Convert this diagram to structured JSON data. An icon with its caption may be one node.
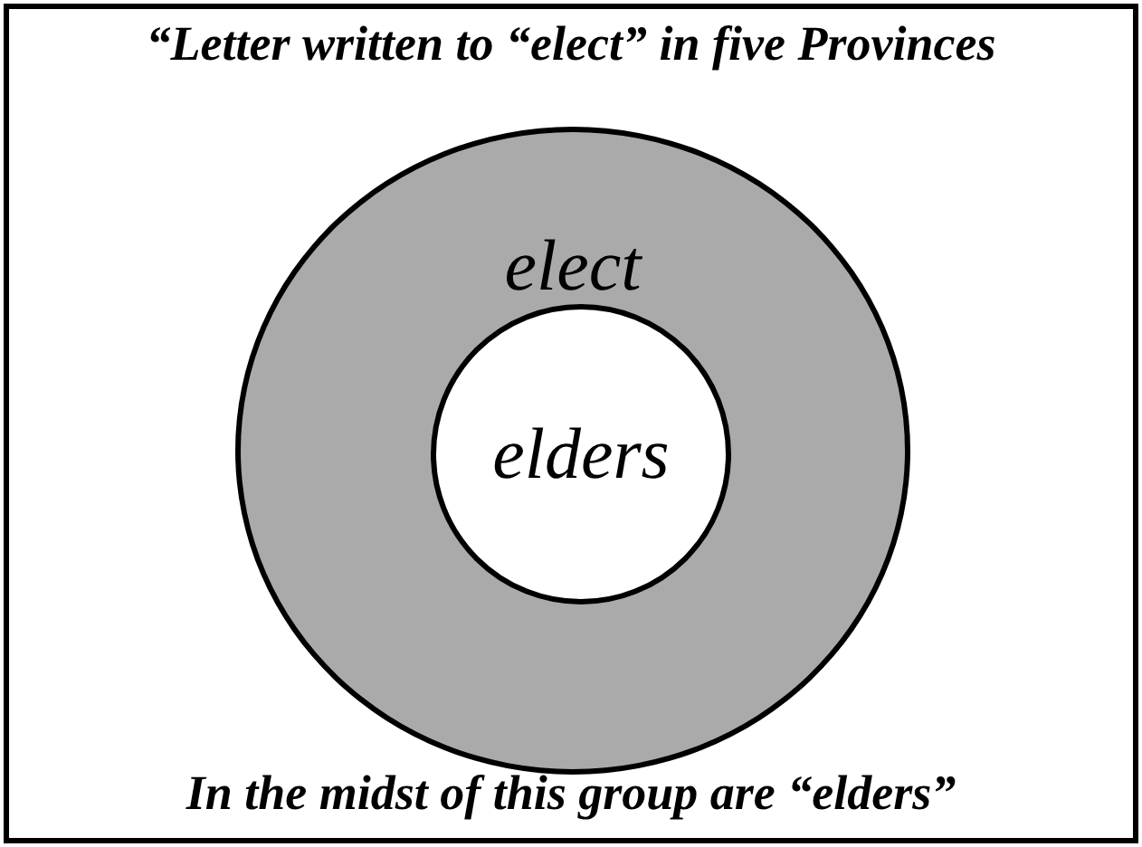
{
  "diagram": {
    "title": "“Letter written to “elect” in five Provinces",
    "caption": "In the midst of this group are “elders”",
    "nodes": [
      {
        "text": [
          "elect"
        ]
      },
      {
        "text": [
          "elders"
        ],
        "in": 0
      }
    ]
  }
}
